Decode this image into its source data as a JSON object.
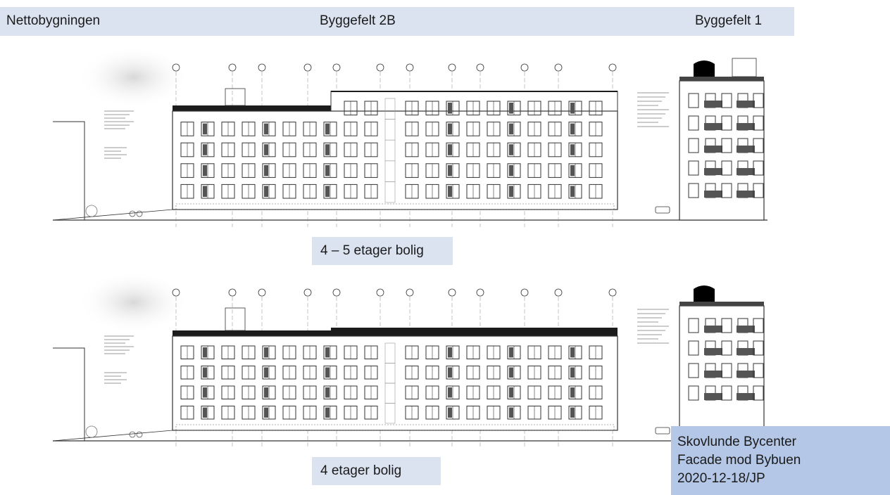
{
  "top_labels": {
    "left": "Nettobygningen",
    "center": "Byggefelt 2B",
    "right": "Byggefelt 1"
  },
  "elevations": [
    {
      "caption": "4 – 5 etager bolig",
      "variant": "4-5 floors"
    },
    {
      "caption": "4  etager bolig",
      "variant": "4 floors"
    }
  ],
  "info_box": {
    "line1": "Skovlunde Bycenter",
    "line2": "Facade mod Bybuen",
    "line3": "2020-12-18/JP"
  },
  "colors": {
    "label_bar": "#dbe3f1",
    "info_box": "#b4c7e7",
    "roof": "#1b1b1b",
    "line": "#333333"
  }
}
